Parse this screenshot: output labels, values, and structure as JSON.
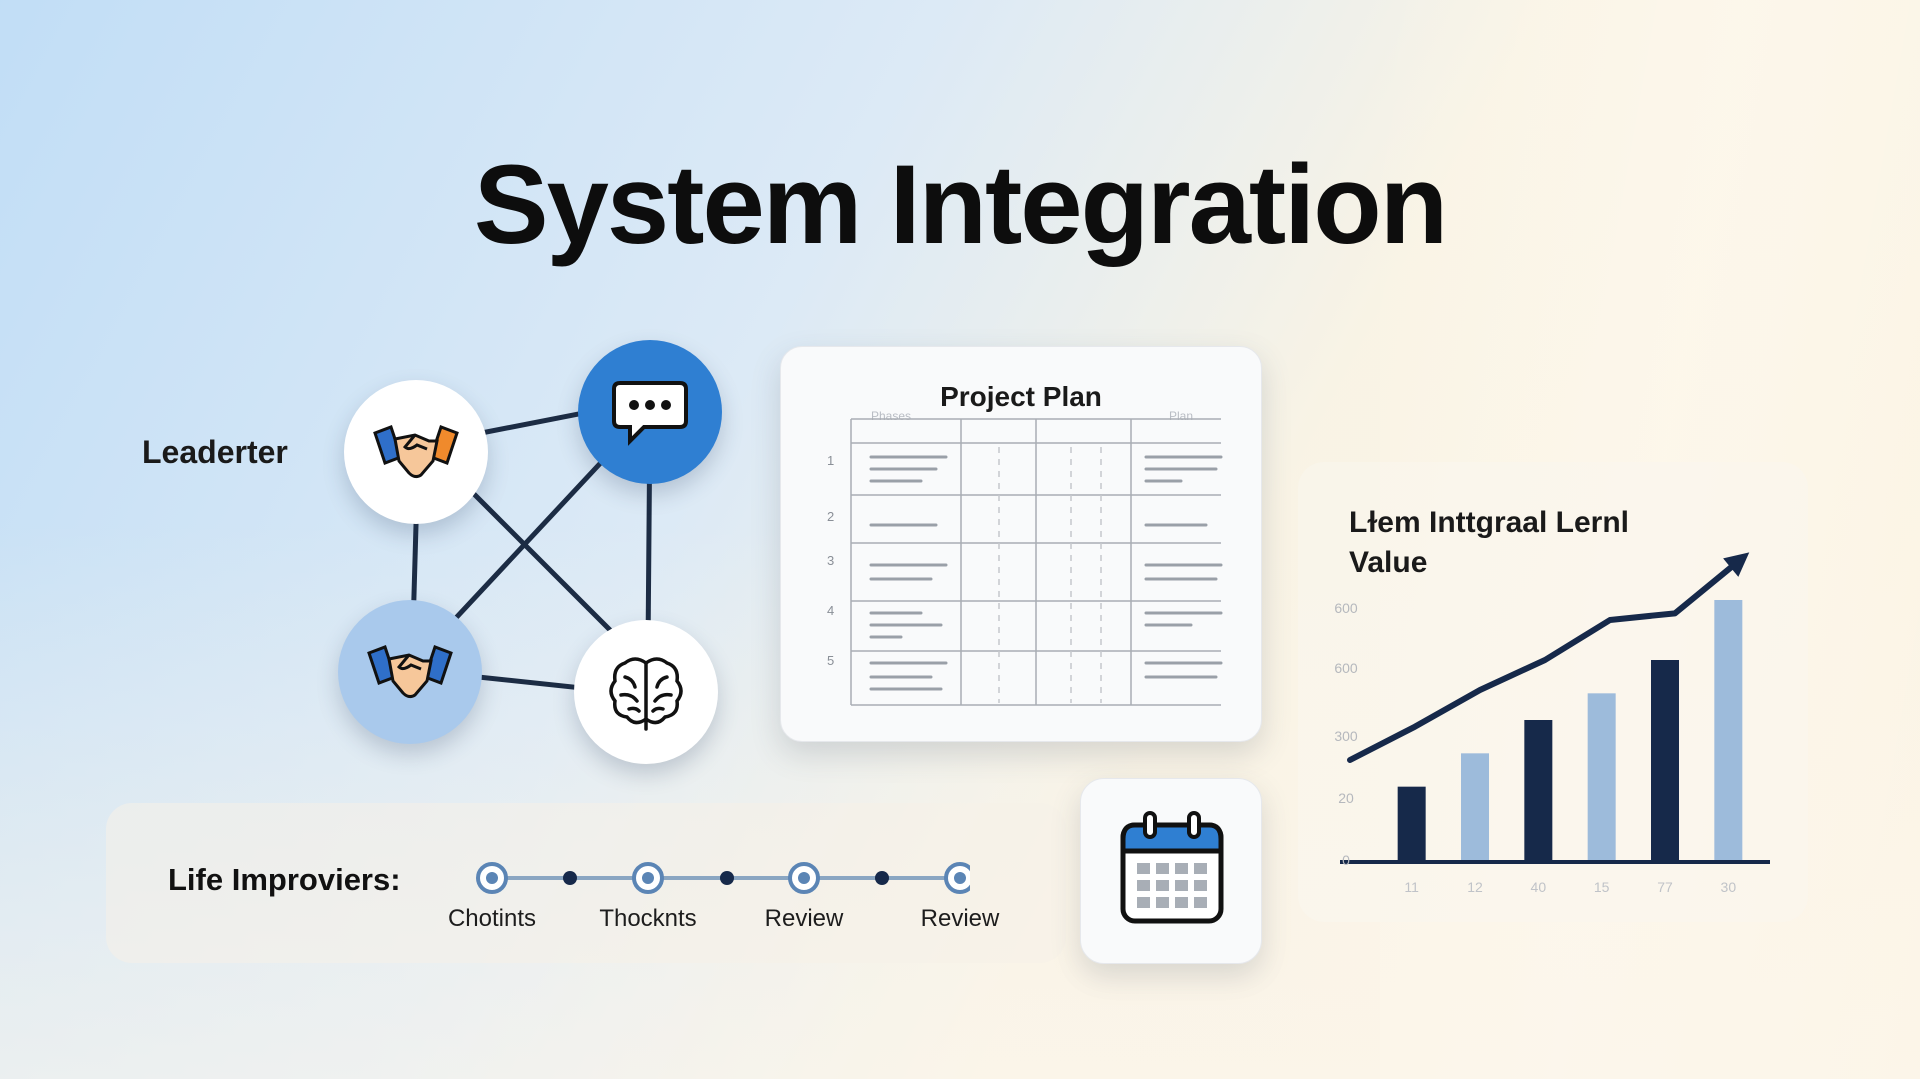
{
  "title": "System Integration",
  "network": {
    "label": "Leaderter",
    "nodes": [
      {
        "id": "handshake-white",
        "icon": "handshake-icon"
      },
      {
        "id": "chat",
        "icon": "chat-bubble-icon"
      },
      {
        "id": "handshake-blue",
        "icon": "handshake-icon"
      },
      {
        "id": "brain",
        "icon": "brain-icon"
      }
    ]
  },
  "project_plan": {
    "title": "Project Plan",
    "col_hints": [
      "Phases",
      "Plan"
    ],
    "rows": [
      "1",
      "2",
      "3",
      "4",
      "5"
    ]
  },
  "calendar": {
    "icon": "calendar-icon"
  },
  "timeline": {
    "label": "Life Improviers:",
    "steps": [
      "Chotints",
      "Thocknts",
      "Review",
      "Review"
    ]
  },
  "chart_data": {
    "type": "bar",
    "title_lines": [
      "Lɫem Inttgraal Lernl",
      "Value"
    ],
    "categories": [
      "11",
      "12",
      "40",
      "15",
      "77",
      "30"
    ],
    "values": [
      110,
      160,
      210,
      250,
      300,
      390
    ],
    "y_ticks": [
      "0",
      "20",
      "300",
      "600",
      "600"
    ],
    "trend_line": [
      150,
      200,
      255,
      300,
      360,
      370,
      450
    ],
    "colors": {
      "dark": "#16294a",
      "light": "#9dbbdb"
    },
    "grid": false
  },
  "colors": {
    "accent": "#2f7fd2",
    "navy": "#16294a",
    "line": "#1c2c44"
  }
}
